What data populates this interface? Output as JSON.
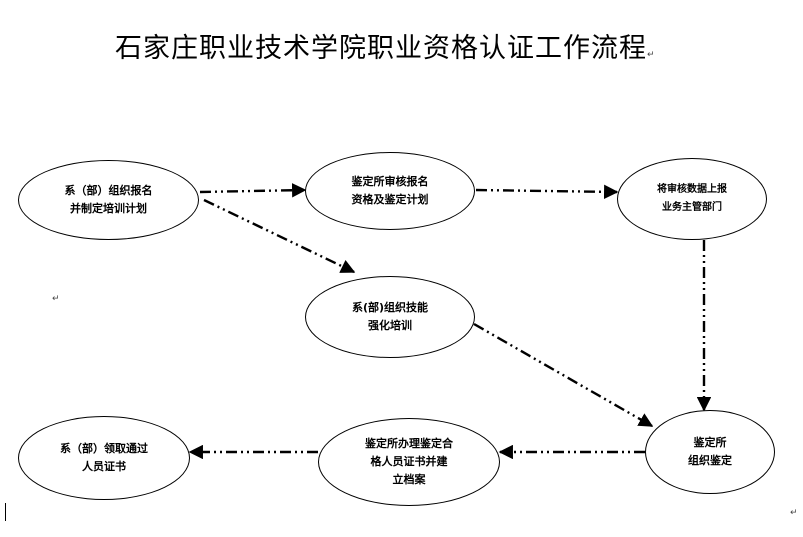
{
  "title": "石家庄职业技术学院职业资格认证工作流程",
  "para_mark": "↵",
  "nodes": {
    "n1": "系（部）组织报名\n并制定培训计划",
    "n2": "鉴定所审核报名\n资格及鉴定计划",
    "n3": "将审核数据上报\n业务主管部门",
    "n4": "系(部)组织技能\n强化培训",
    "n5": "鉴定所\n组织鉴定",
    "n6": "鉴定所办理鉴定合\n格人员证书并建\n立档案",
    "n7": "系（部）领取通过\n人员证书"
  },
  "colors": {
    "stroke": "#000000",
    "background": "#ffffff"
  }
}
